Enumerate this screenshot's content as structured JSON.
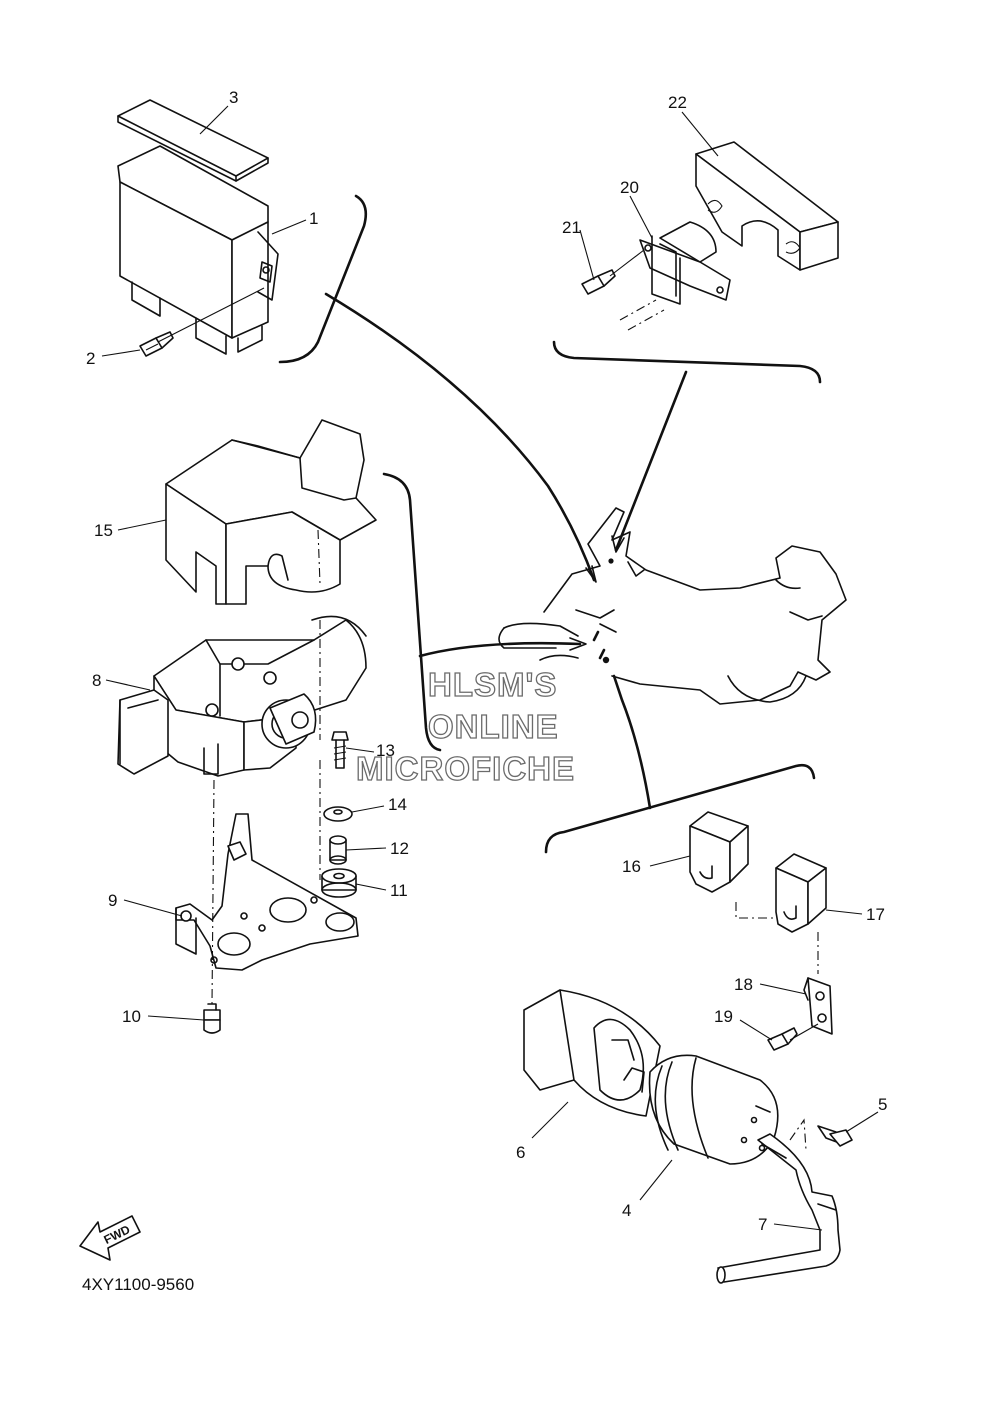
{
  "diagram_code": "4XY1100-9560",
  "watermark": {
    "line1": "HLSM'S",
    "line2": "ONLINE",
    "line3": "MICROFICHE"
  },
  "fwd_label": "FWD",
  "callouts": {
    "p1": "1",
    "p2": "2",
    "p3": "3",
    "p4": "4",
    "p5": "5",
    "p6": "6",
    "p7": "7",
    "p8": "8",
    "p9": "9",
    "p10": "10",
    "p11": "11",
    "p12": "12",
    "p13": "13",
    "p14": "14",
    "p15": "15",
    "p16": "16",
    "p17": "17",
    "p18": "18",
    "p19": "19",
    "p20": "20",
    "p21": "21",
    "p22": "22"
  }
}
